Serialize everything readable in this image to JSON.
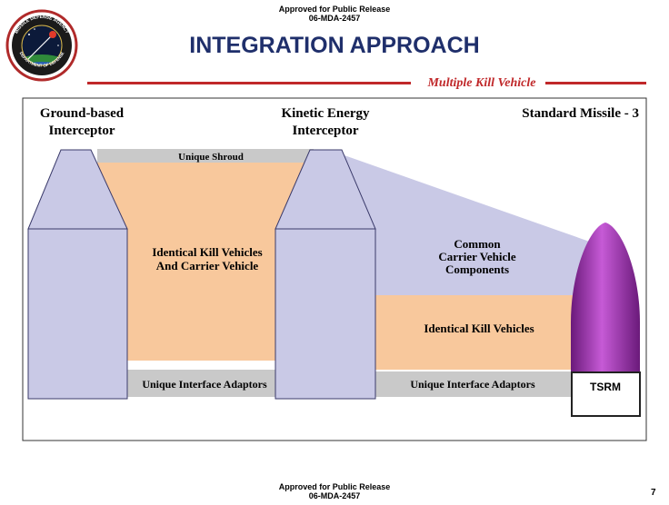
{
  "header": {
    "release_line1": "Approved for Public Release",
    "release_line2": "06-MDA-2457",
    "title": "INTEGRATION APPROACH",
    "subtitle": "Multiple Kill Vehicle"
  },
  "logo": {
    "ring_text_top": "MISSILE DEFENSE AGENCY",
    "ring_text_bottom": "DEPARTMENT OF DEFENSE"
  },
  "diagram": {
    "columns": {
      "gbi_line1": "Ground-based",
      "gbi_line2": "Interceptor",
      "kei_line1": "Kinetic Energy",
      "kei_line2": "Interceptor",
      "sm3": "Standard Missile - 3"
    },
    "labels": {
      "unique_shroud": "Unique Shroud",
      "identical_kv_cv_line1": "Identical Kill Vehicles",
      "identical_kv_cv_line2": "And Carrier Vehicle",
      "common_cv_line1": "Common",
      "common_cv_line2": "Carrier Vehicle",
      "common_cv_line3": "Components",
      "identical_kv": "Identical Kill Vehicles",
      "adaptors_left": "Unique Interface Adaptors",
      "adaptors_right": "Unique Interface Adaptors",
      "tsrm": "TSRM"
    },
    "colors": {
      "peach": "#f8c89c",
      "lavender": "#c9c9e6",
      "gray": "#c9c9c9",
      "missile_purple": "#a33ab4",
      "title_blue": "#1f2f6b",
      "accent_red": "#c0282a"
    }
  },
  "footer": {
    "release_line1": "Approved for Public Release",
    "release_line2": "06-MDA-2457",
    "page_number": "7"
  }
}
